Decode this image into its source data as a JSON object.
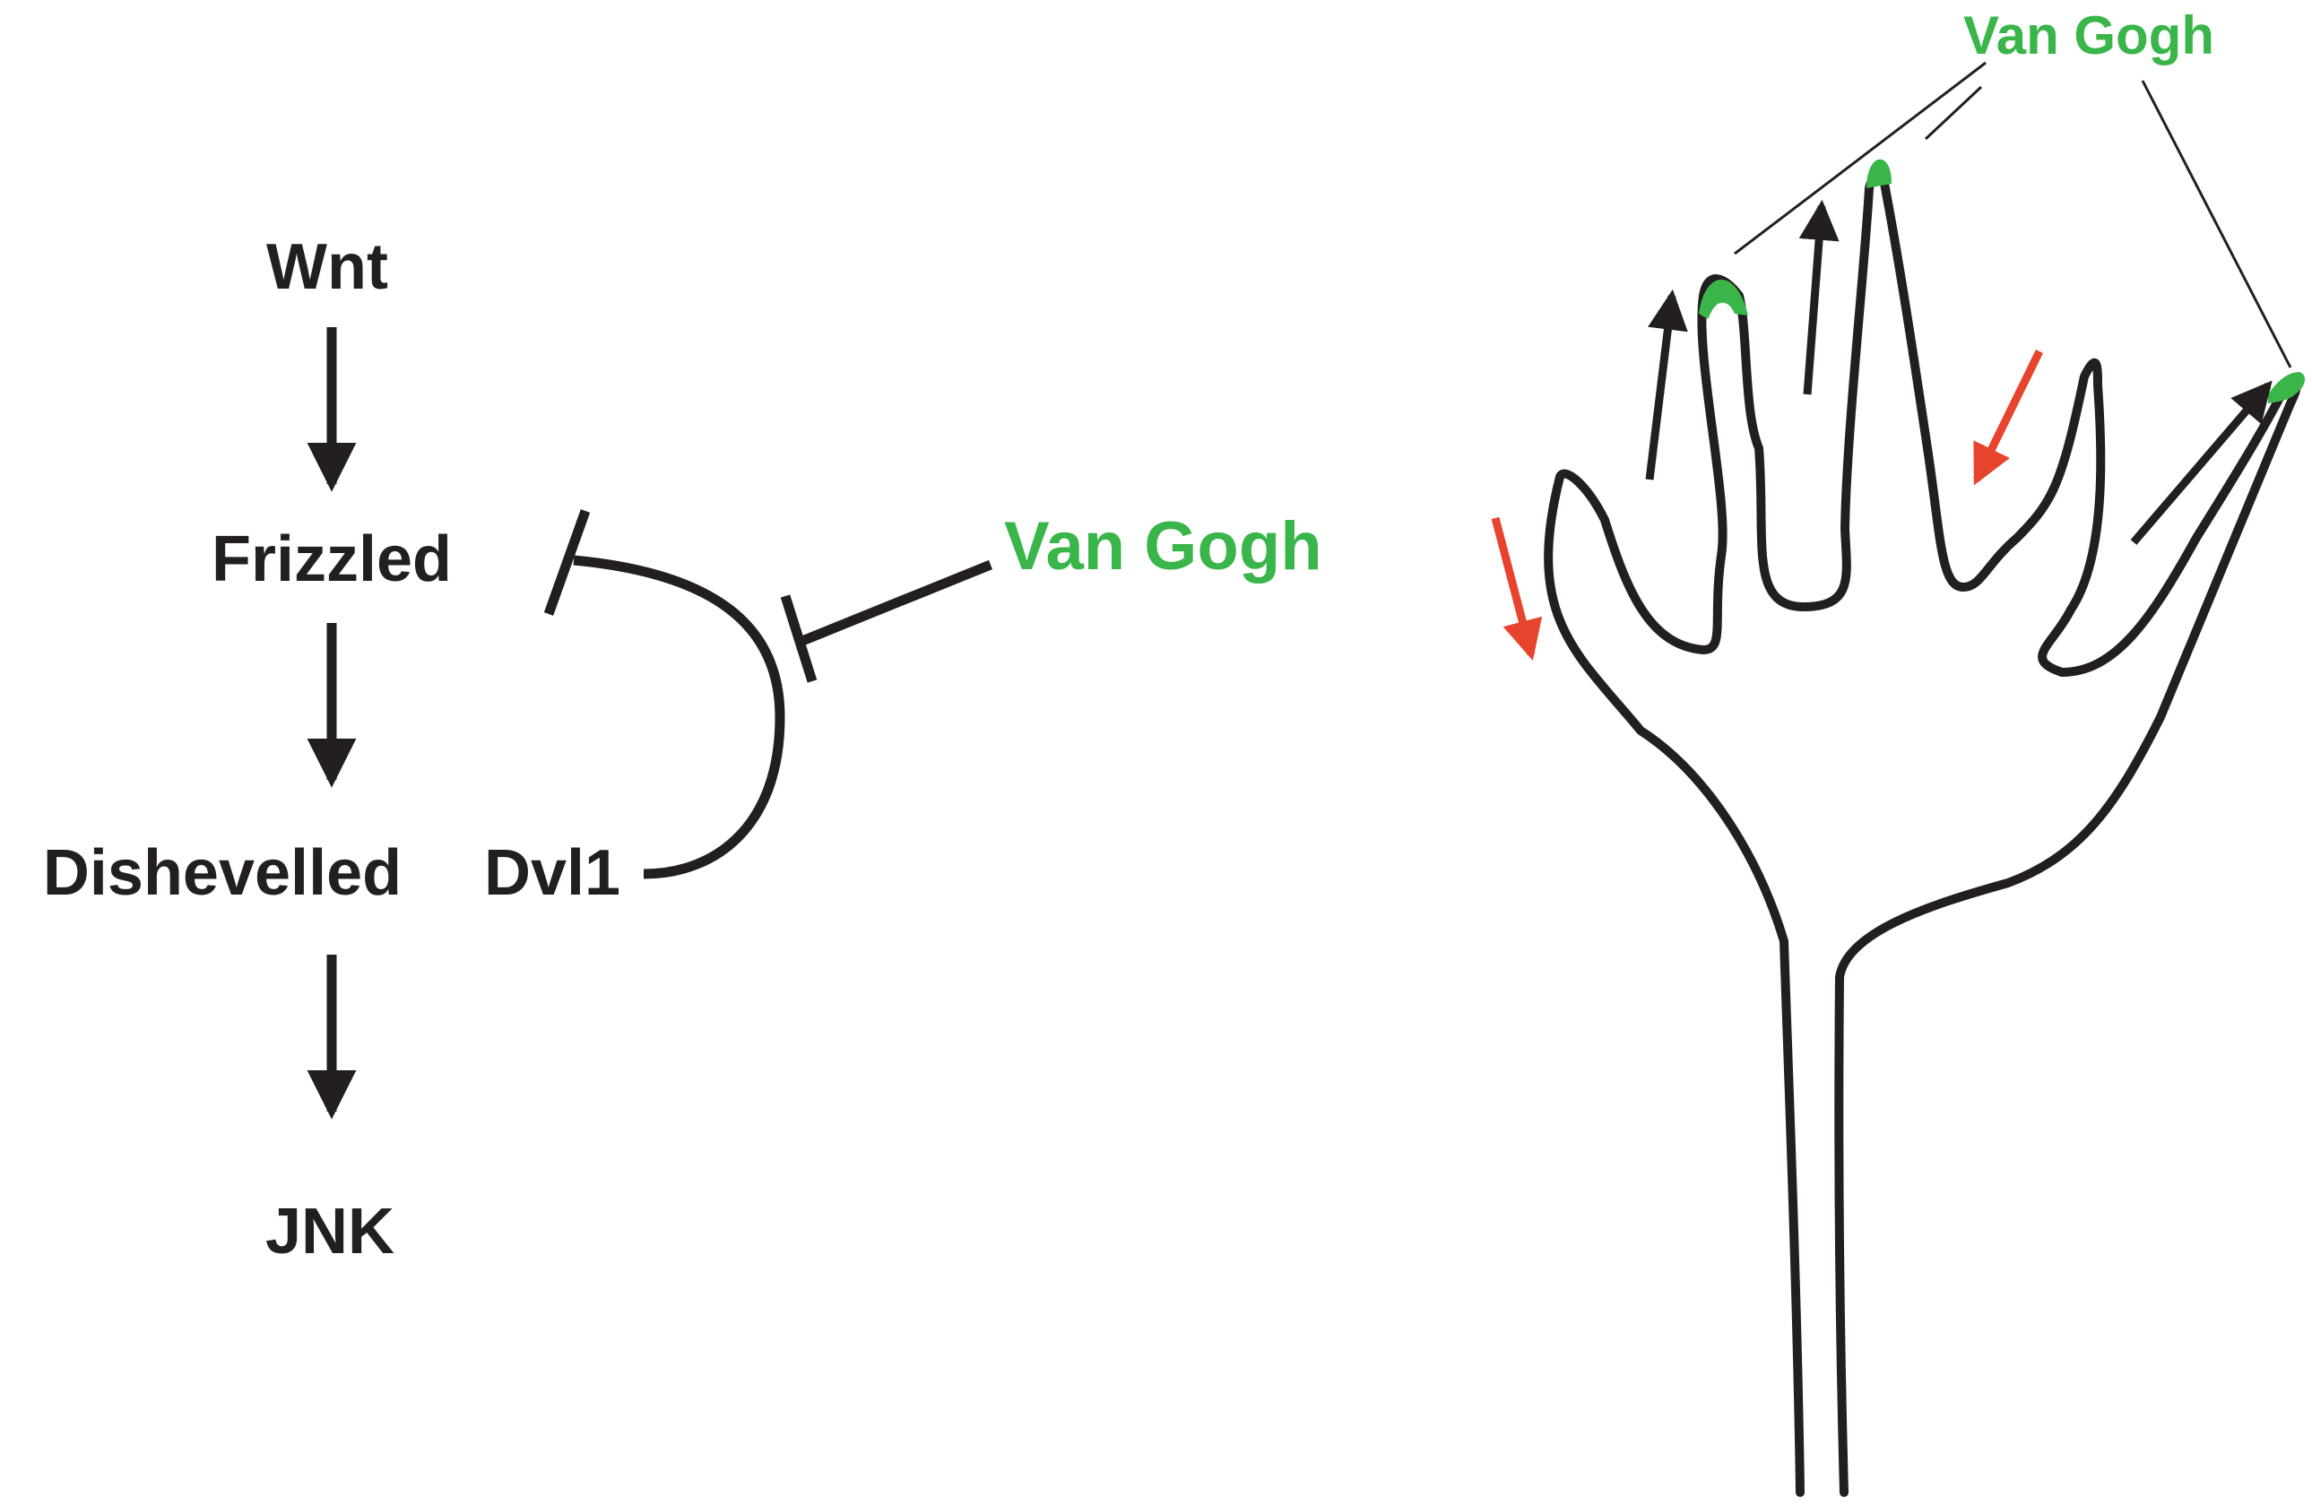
{
  "pathway": {
    "wnt": "Wnt",
    "frizzled": "Frizzled",
    "dishevelled": "Dishevelled",
    "dvl1": "Dvl1",
    "jnk": "JNK",
    "van_gogh": "Van Gogh"
  },
  "dendrite": {
    "van_gogh_label": "Van Gogh"
  },
  "colors": {
    "ink": "#231f20",
    "van_gogh_green": "#3ab54a",
    "retraction_red": "#e8432c"
  }
}
